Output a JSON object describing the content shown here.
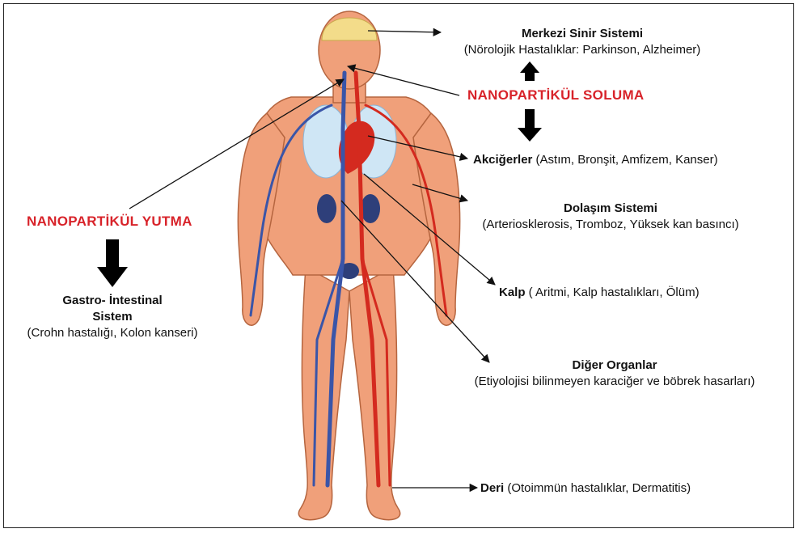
{
  "labels": {
    "cns_title": "Merkezi Sinir Sistemi",
    "cns_detail": "(Nörolojik Hastalıklar: Parkinson, Alzheimer)",
    "inhalation": "NANOPARTİKÜL SOLUMA",
    "lungs_title": "Akciğerler",
    "lungs_detail": " (Astım, Bronşit, Amfizem, Kanser)",
    "circ_title": "Dolaşım Sistemi",
    "circ_detail": "(Arteriosklerosis, Tromboz, Yüksek kan basıncı)",
    "ingestion": "NANOPARTİKÜL YUTMA",
    "gi_title_line1": "Gastro- İntestinal",
    "gi_title_line2": "Sistem",
    "gi_detail": "(Crohn hastalığı, Kolon kanseri)",
    "heart_title": "Kalp",
    "heart_detail": " ( Aritmi, Kalp hastalıkları, Ölüm)",
    "other_title": "Diğer Organlar",
    "other_detail": "(Etiyolojisi bilinmeyen karaciğer ve böbrek hasarları)",
    "skin_title": "Deri",
    "skin_detail": " (Otoimmün hastalıklar, Dermatitis)"
  },
  "colors": {
    "skin": "#f0a07a",
    "skin_outline": "#b5653f",
    "artery": "#d42a1f",
    "vein": "#3a55a8",
    "brain": "#f3dc8a",
    "lungs": "#cfe6f5",
    "kidney": "#2e3f7a",
    "accent_red": "#d8232a"
  }
}
